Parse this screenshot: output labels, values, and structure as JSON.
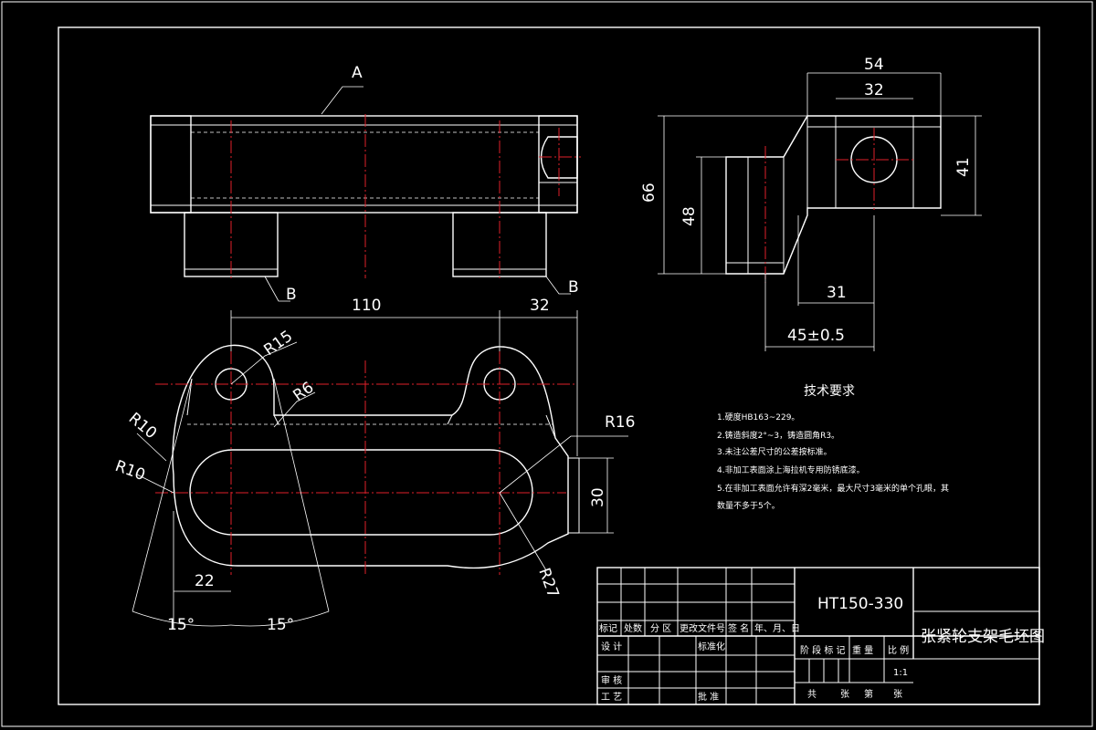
{
  "drawing": {
    "material": "HT150-330",
    "title": "张紧轮支架毛坯图",
    "section_labels": {
      "a": "A",
      "b1": "B",
      "b2": "B"
    }
  },
  "dimensions": {
    "d54": "54",
    "d32top": "32",
    "d66": "66",
    "d48": "48",
    "d41": "41",
    "d31": "31",
    "d45": "45±0.5",
    "d110": "110",
    "d32": "32",
    "r15": "R15",
    "r6": "R6",
    "r16": "R16",
    "r10a": "R10",
    "r10b": "R10",
    "r27": "R27",
    "d30": "30",
    "d22": "22",
    "ang1": "15°",
    "ang2": "15°"
  },
  "tech": {
    "title": "技术要求",
    "notes": [
      "1.硬度HB163~229。",
      "2.铸造斜度2°~3，铸造圆角R3。",
      "3.未注公差尺寸的公差按标准。",
      "4.非加工表面涂上海拉机专用防锈底漆。",
      "5.在非加工表面允许有深2毫米，最大尺寸3毫米的单个孔眼，其",
      "数量不多于5个。"
    ]
  },
  "title_block": {
    "row_mark": "标记",
    "row_count": "处数",
    "row_zone": "分 区",
    "row_doc": "更改文件号",
    "row_sign": "签 名",
    "row_date": "年、月、日",
    "design": "设 计",
    "standard": "标准化",
    "stage": "阶 段 标 记",
    "weight": "重 量",
    "scale_lbl": "比 例",
    "scale": "1:1",
    "review": "审 核",
    "process": "工 艺",
    "approve": "批 准",
    "sheet_total": "共",
    "sheet_unit1": "张",
    "sheet_no": "第",
    "sheet_unit2": "张"
  }
}
